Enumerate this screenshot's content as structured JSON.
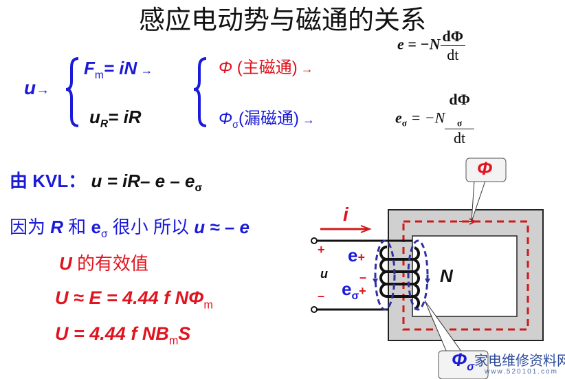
{
  "title": "感应电动势与磁通的关系",
  "flow": {
    "u": "u",
    "fm": "F",
    "fm_sub": "m",
    "fm_rhs": "= iN",
    "ur": "u",
    "ur_sub": "R",
    "ur_rhs": "= iR",
    "phi": "Φ",
    "phi_label": "(主磁通)",
    "phis": "Φ",
    "phis_sub": "σ",
    "phis_label": "(漏磁通)",
    "eq1_lhs": "e = −N",
    "eq1_num": "dΦ",
    "eq1_den": "dt",
    "eq2_lhs": "e",
    "eq2_sub": "σ",
    "eq2_mid": " = −N",
    "eq2_num": "dΦ",
    "eq2_num_sub": "σ",
    "eq2_den": "dt"
  },
  "lines": {
    "kvl_prefix": "由 KVL：",
    "kvl_eq": "u = iR– e – e",
    "kvl_sub": "σ",
    "because_a": "因为 ",
    "because_r": "R",
    "because_b": " 和 ",
    "because_e": "e",
    "because_sub": "σ",
    "because_c": " 很小 所以 ",
    "because_eq": "u ≈ – e",
    "rms": " 的有效值",
    "rms_u": "U",
    "eq_e": "U ≈ E = 4.44 f NΦ",
    "eq_e_sub": "m",
    "eq_b": "U = 4.44 f NB",
    "eq_b_sub": "m",
    "eq_b_end": "S"
  },
  "diagram": {
    "i": "i",
    "u": "u",
    "plus": "+",
    "minus": "–",
    "e": "e",
    "e_sigma_sub": "σ",
    "N": "N",
    "phi_callout": "Φ",
    "phis_callout": "Φ",
    "phis_callout_sub": "σ"
  },
  "watermark": {
    "name": "家电维修资料网",
    "url": "www.520101.com"
  },
  "colors": {
    "blue": "#1a1ad8",
    "red": "#e0141e",
    "core": "#d0d0d0"
  }
}
